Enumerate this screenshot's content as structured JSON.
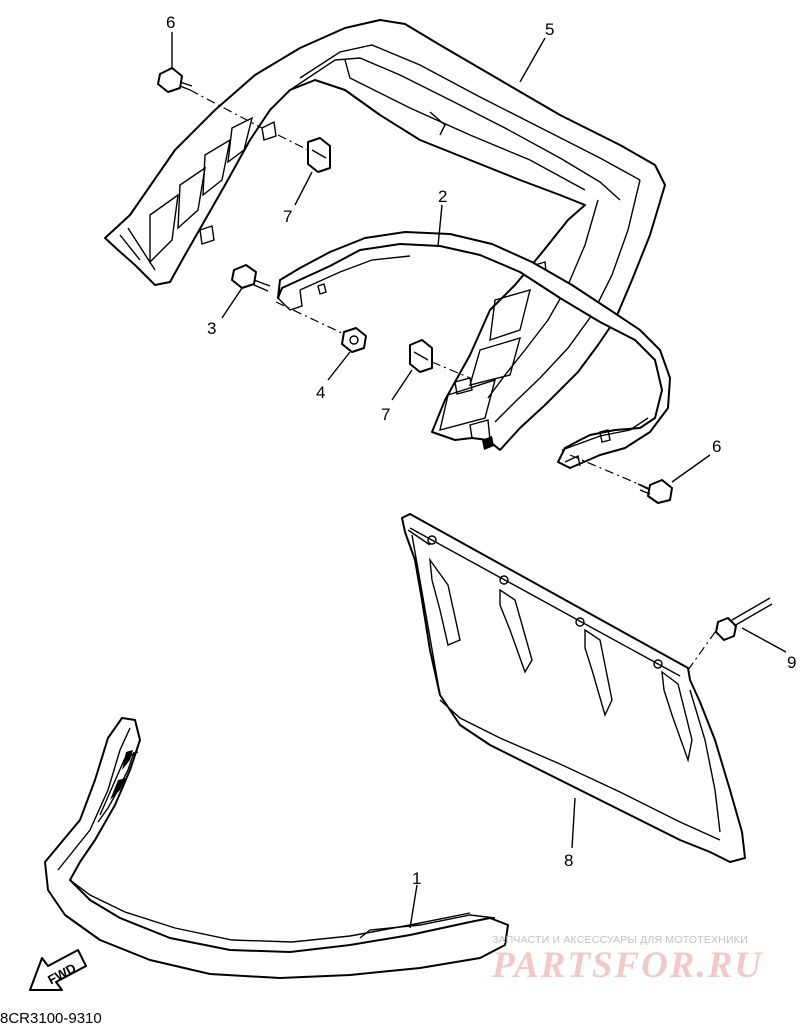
{
  "diagram": {
    "diagram_code": "8CR3100-9310",
    "fwd_label": "FWD",
    "callouts": [
      {
        "id": "c1",
        "label": "1"
      },
      {
        "id": "c2",
        "label": "2"
      },
      {
        "id": "c3",
        "label": "3"
      },
      {
        "id": "c4",
        "label": "4"
      },
      {
        "id": "c5",
        "label": "5"
      },
      {
        "id": "c6a",
        "label": "6"
      },
      {
        "id": "c6b",
        "label": "6"
      },
      {
        "id": "c7a",
        "label": "7"
      },
      {
        "id": "c7b",
        "label": "7"
      },
      {
        "id": "c8",
        "label": "8"
      },
      {
        "id": "c9",
        "label": "9"
      }
    ]
  },
  "watermark": {
    "tagline": "ЗАПЧАСТИ И АКСЕССУАРЫ ДЛЯ МОТОТЕХНИКИ",
    "logo": "PARTSFOR.RU"
  },
  "colors": {
    "line": "#000000",
    "background": "#ffffff",
    "watermark": "#f2c9c9"
  }
}
